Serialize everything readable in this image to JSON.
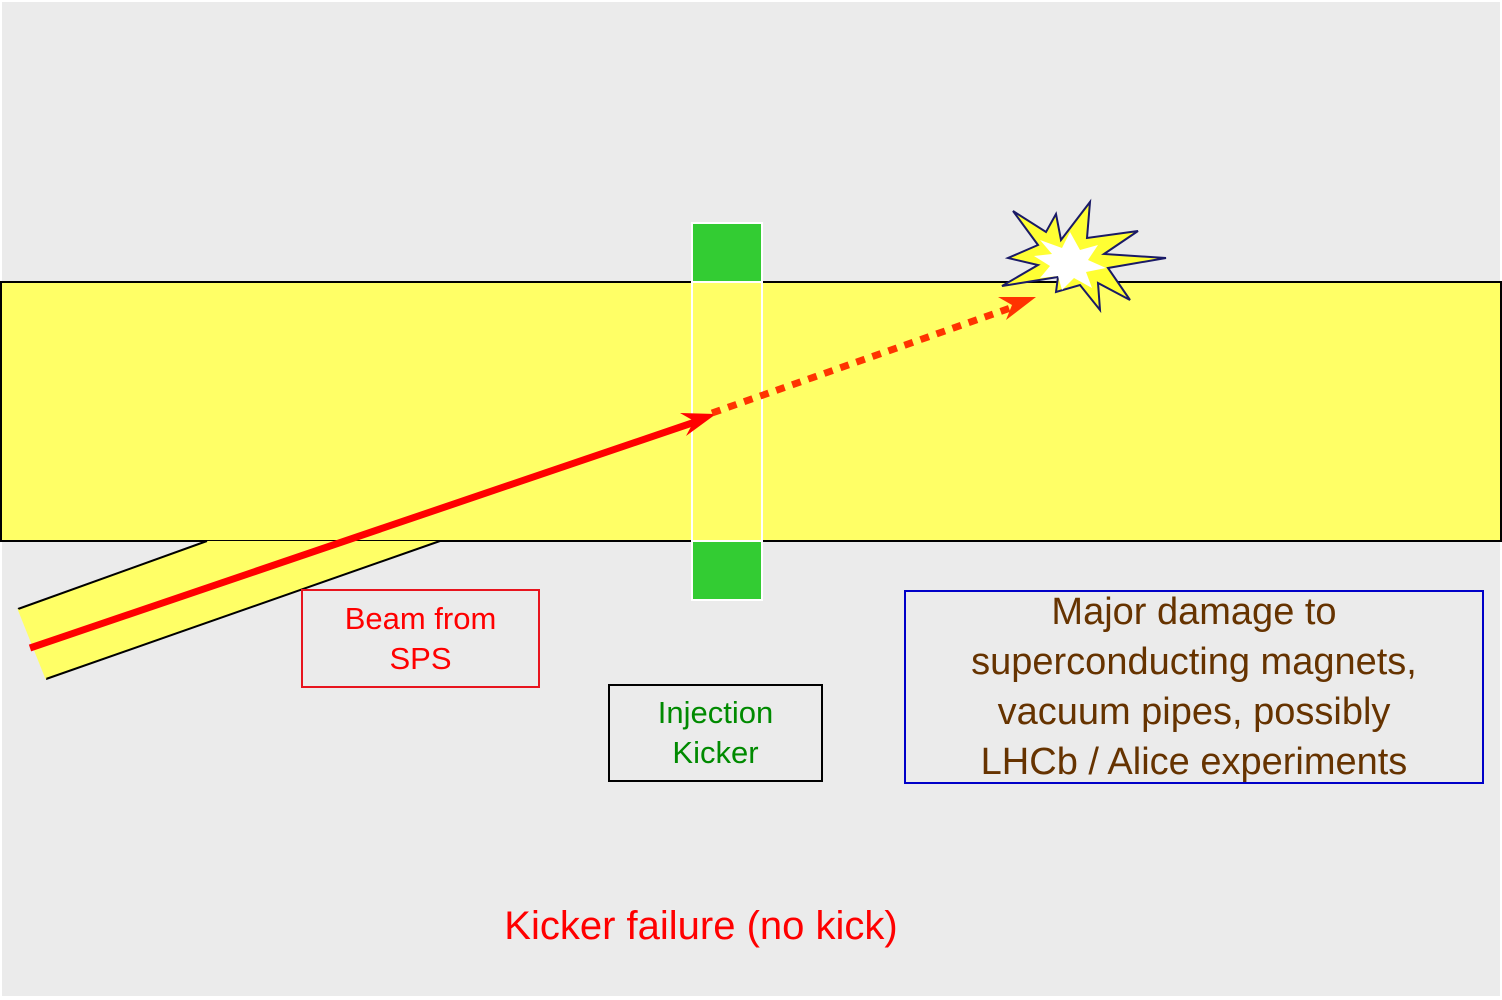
{
  "labels": {
    "beam": [
      "Beam  from",
      "SPS"
    ],
    "kicker": [
      "Injection",
      "Kicker"
    ],
    "damage": [
      "Major damage to",
      "superconducting magnets,",
      "vacuum pipes, possibly",
      "LHCb / Alice experiments"
    ],
    "caption": "Kicker failure (no kick)"
  },
  "colors": {
    "background": "#ebebeb",
    "pipe_fill": "#ffff66",
    "kicker_magnet": "#33cc33",
    "beam": "#ff0000",
    "deflected_beam": "#ff3300",
    "beam_label": "#ff0000",
    "kicker_label": "#008a00",
    "damage_label": "#663300",
    "damage_border": "#0000c8",
    "explosion_outer": "#ffff33",
    "explosion_inner": "#ffffff"
  },
  "icons": {
    "explosion": "explosion-burst-icon"
  }
}
